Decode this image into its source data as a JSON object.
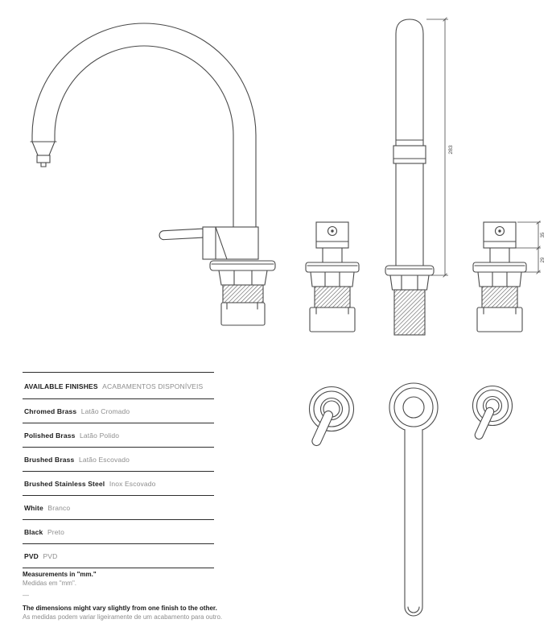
{
  "page": {
    "background": "#ffffff",
    "line_color": "#4a4a4a"
  },
  "dimensions": {
    "spout_height_mm": "283",
    "valve_upper_mm": "35",
    "valve_lower_mm": "29"
  },
  "finishes_table": {
    "header_en": "AVAILABLE FINISHES",
    "header_pt": "ACABAMENTOS DISPONÍVEIS",
    "rows": [
      {
        "en": "Chromed Brass",
        "pt": "Latão Cromado"
      },
      {
        "en": "Polished Brass",
        "pt": "Latão Polido"
      },
      {
        "en": "Brushed Brass",
        "pt": "Latão Escovado"
      },
      {
        "en": "Brushed Stainless Steel",
        "pt": "Inox Escovado"
      },
      {
        "en": "White",
        "pt": "Branco"
      },
      {
        "en": "Black",
        "pt": "Preto"
      },
      {
        "en": "PVD",
        "pt": "PVD"
      }
    ]
  },
  "notes": {
    "measurements_en": "Measurements in \"mm.\"",
    "measurements_pt": "Medidas em \"mm\".",
    "separator": "—",
    "variation_en": "The dimensions might vary slightly from one finish to the other.",
    "variation_pt": "As medidas podem variar ligeiramente de um acabamento para outro."
  }
}
